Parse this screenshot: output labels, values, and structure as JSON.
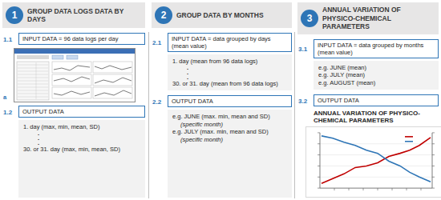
{
  "diagram": {
    "nodes": [
      {
        "text": [
          "1",
          "GROUP DATA LOGS DATA BY DAYS"
        ]
      },
      {
        "text": [
          "1.1",
          "INPUT DATA = 96 data logs per day"
        ]
      },
      {
        "text": [
          "1.2",
          "OUTPUT DATA"
        ]
      },
      {
        "text": [
          "1. day (max, min, mean, SD)",
          ".",
          ".",
          ".",
          "30. or 31. day (max, min, mean, SD)"
        ]
      },
      {
        "text": [
          "2",
          "GROUP DATA BY MONTHS"
        ]
      },
      {
        "text": [
          "2.1",
          "INPUT DATA = data grouped by days (mean value)"
        ]
      },
      {
        "text": [
          "1. day (mean from 96 data logs)",
          ".",
          ".",
          ".",
          "30. or 31. day (mean from 96 data logs)"
        ]
      },
      {
        "text": [
          "2.2",
          "OUTPUT DATA"
        ]
      },
      {
        "text": [
          "e.g. JUNE (max. min, mean and SD)",
          "(specific month)",
          "e.g. JULY (max. min, mean and SD)",
          "(specific month)"
        ]
      },
      {
        "text": [
          "3",
          "ANNUAL VARIATION OF PHYSICO-CHEMICAL PARAMETERS"
        ]
      },
      {
        "text": [
          "3.1",
          "INPUT DATA = data grouped by months (mean value)"
        ]
      },
      {
        "text": [
          "e.g. JUNE (mean)",
          "e.g. JULY (mean)",
          "e.g. AUGUST (mean)"
        ]
      },
      {
        "text": [
          "3.2",
          "OUTPUT DATA"
        ]
      }
    ],
    "labels": [
      "a",
      "ANNUAL VARIATION OF PHYSICO-CHEMICAL PARAMETERS"
    ]
  }
}
